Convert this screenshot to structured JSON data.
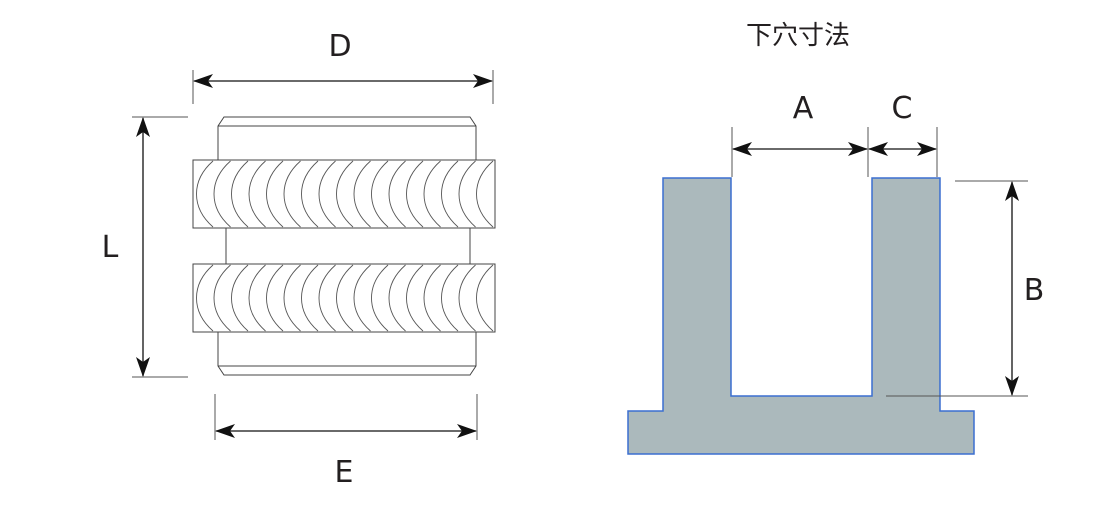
{
  "insert_view": {
    "dimensions": {
      "D": "D",
      "L": "L",
      "E": "E"
    },
    "knurl_rows": 2
  },
  "hole_view": {
    "title": "下穴寸法",
    "dimensions": {
      "A": "A",
      "C": "C",
      "B": "B"
    },
    "fill_color": "#abb9bc",
    "outline_color": "#3b6fd0"
  }
}
